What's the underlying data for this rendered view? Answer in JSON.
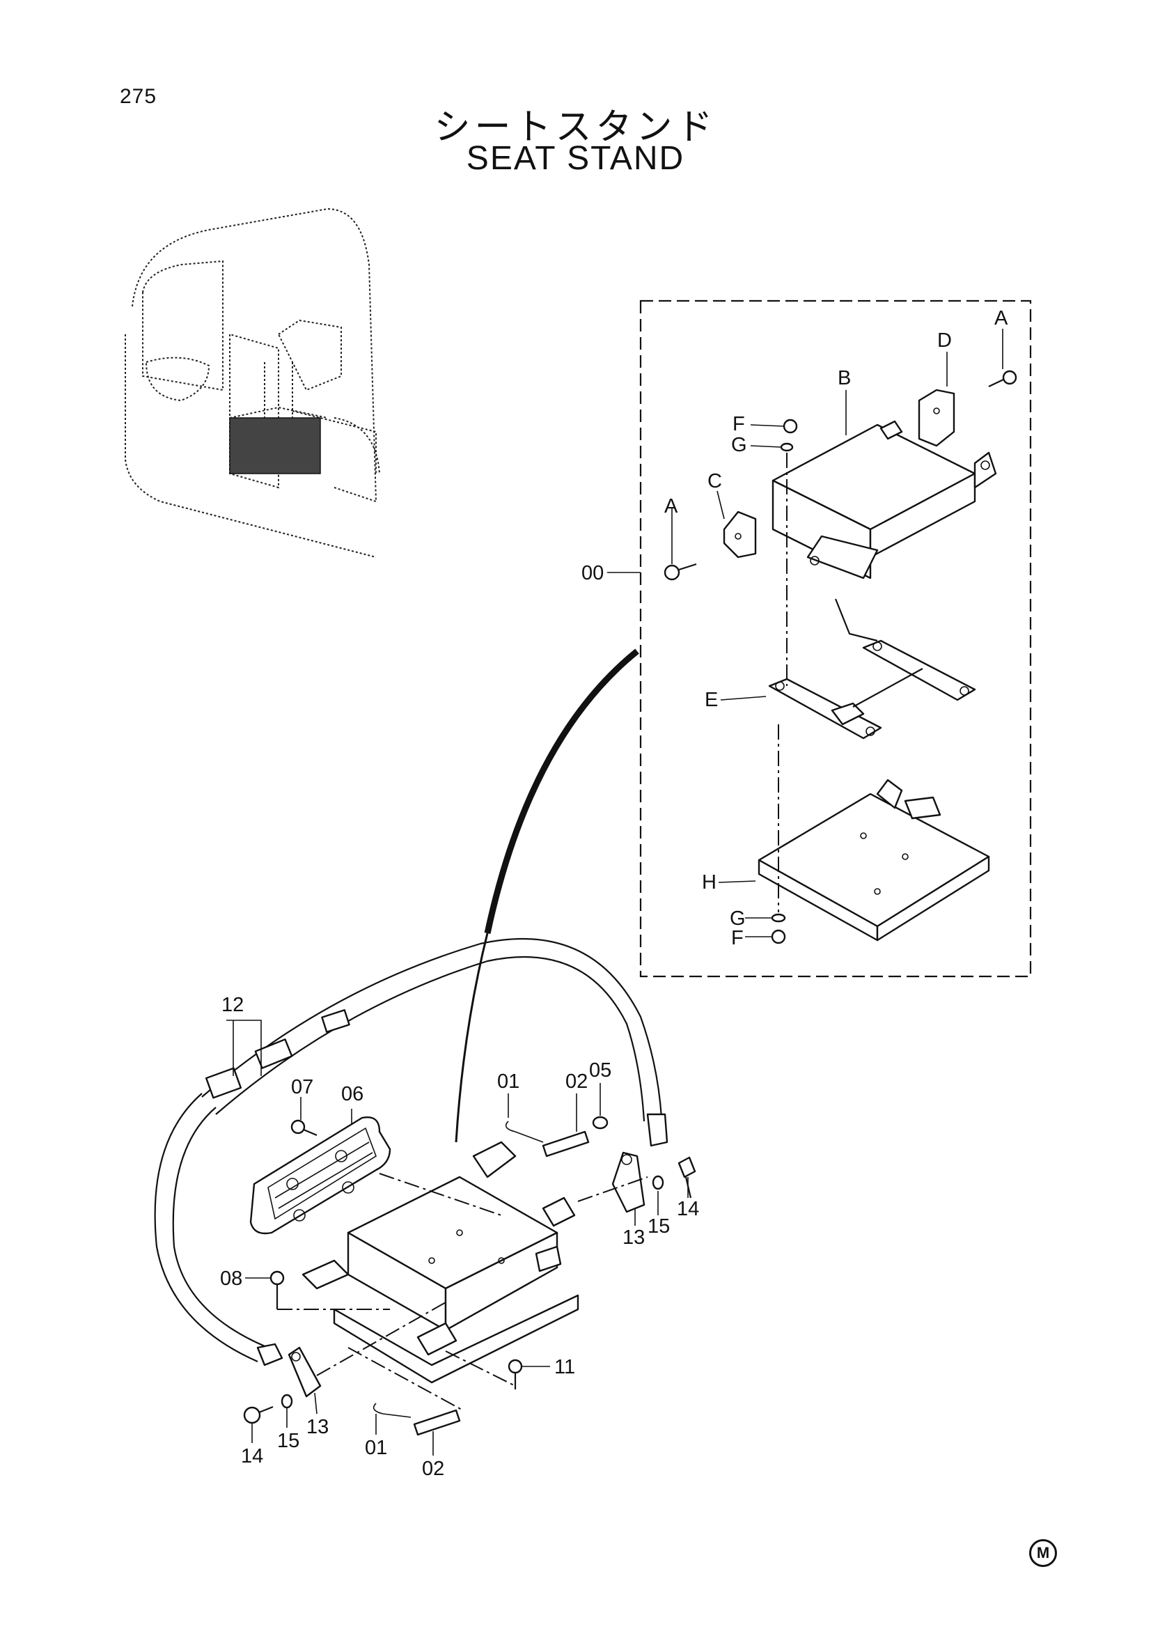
{
  "header": {
    "page_number": "275",
    "title_japanese": "シートスタンド",
    "title_english": "SEAT STAND"
  },
  "assembly_callouts": {
    "assembly": "00",
    "A_top": "A",
    "A_left": "A",
    "B": "B",
    "C": "C",
    "D": "D",
    "E": "E",
    "F_top": "F",
    "G_top": "G",
    "H": "H",
    "G_bottom": "G",
    "F_bottom": "F"
  },
  "part_callouts": {
    "p01_upper": "01",
    "p02_upper": "02",
    "p05": "05",
    "p06": "06",
    "p07": "07",
    "p08": "08",
    "p11": "11",
    "p12": "12",
    "p13_right": "13",
    "p14_right": "14",
    "p15_right": "15",
    "p13_left": "13",
    "p14_left": "14",
    "p15_left": "15",
    "p01_lower": "01",
    "p02_lower": "02"
  },
  "footer": {
    "maker_mark": "M"
  }
}
